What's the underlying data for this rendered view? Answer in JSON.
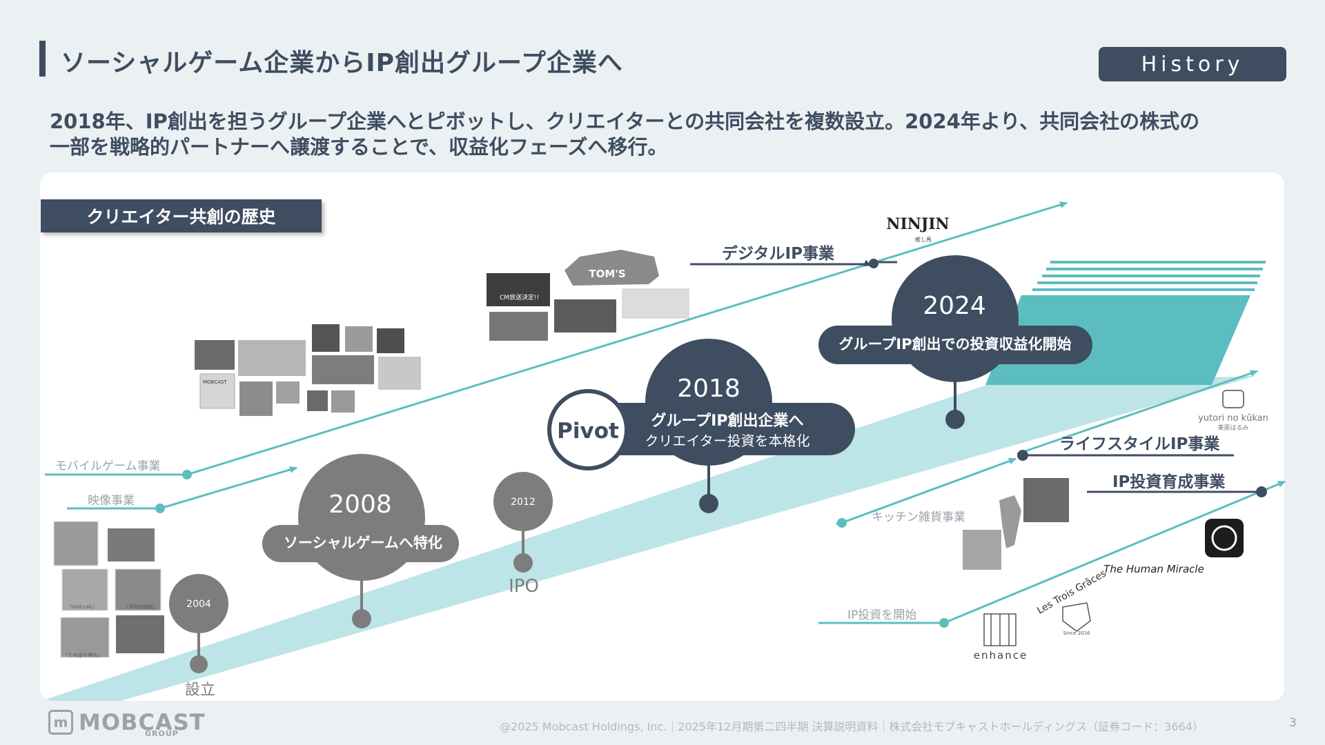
{
  "header": {
    "title": "ソーシャルゲーム企業からIP創出グループ企業へ",
    "badge": "History"
  },
  "lead": {
    "line1": "2018年、IP創出を担うグループ企業へとピボットし、クリエイターとの共同会社を複数設立。2024年より、共同会社の株式の",
    "line2": "一部を戦略的パートナーへ譲渡することで、収益化フェーズへ移行。"
  },
  "section_label": "クリエイター共創の歴史",
  "milestones": {
    "m2004": {
      "year": "2004",
      "caption": "設立"
    },
    "m2008": {
      "year": "2008",
      "caption": "ソーシャルゲームへ特化"
    },
    "m2012": {
      "year": "2012",
      "caption": "IPO"
    },
    "m2018": {
      "year": "2018",
      "pivot": "Pivot",
      "caption": "グループIP創出企業へ",
      "sub": "クリエイター投資を本格化"
    },
    "m2024": {
      "year": "2024",
      "caption": "グループIP創出での投資収益化開始"
    }
  },
  "business_lines": {
    "mobile_game": "モバイルゲーム事業",
    "video": "映像事業",
    "digital_ip": "デジタルIP事業",
    "kitchen": "キッチン雑貨事業",
    "lifestyle_ip": "ライフスタイルIP事業",
    "ip_invest_start": "IP投資を開始",
    "ip_invest_develop": "IP投資育成事業"
  },
  "logos": {
    "ninjin": "NINJIN",
    "ninjin_sub": "推し馬",
    "yutori": "yutori no kūkan",
    "yutori_sub": "東原はるみ",
    "enhance": "enhance",
    "les_trois_graces": "Les Trois Grâces",
    "since": "Since 2016",
    "human_miracle": "The Human Miracle",
    "toms": "TOM'S",
    "mobcast_thumb": "MOBCAST",
    "cm": "CM放送決定!!"
  },
  "photo_captions": {
    "p1": "「bird call」",
    "p2": "「学校の階段」",
    "p3": "「ため息の理由」"
  },
  "footer": {
    "logo_name": "MOBCAST",
    "logo_group": "GROUP",
    "text": "@2025 Mobcast Holdings, Inc.｜2025年12月期第二四半期 決算説明資料｜株式会社モブキャストホールディングス（証券コード：3664）",
    "page": "3"
  },
  "colors": {
    "navy": "#3f4d61",
    "teal": "#5bbdc0",
    "teal_light": "#bde4e6",
    "gray": "#7d7d7d"
  }
}
